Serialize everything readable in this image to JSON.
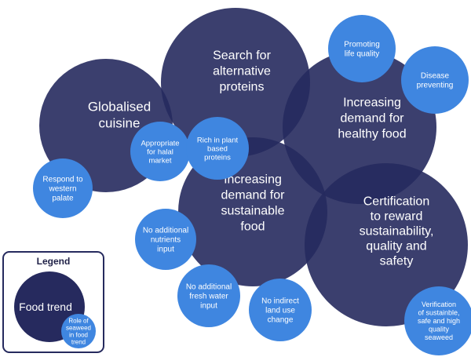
{
  "colors": {
    "trend": "#262a5e",
    "role": "#3f86e0",
    "legend_border": "#262a5e",
    "text": "#ffffff"
  },
  "trends": [
    {
      "id": "globalised-cuisine",
      "lines": [
        "Globalised",
        "cuisine"
      ]
    },
    {
      "id": "alternative-proteins",
      "lines": [
        "Search for",
        "alternative",
        "proteins"
      ]
    },
    {
      "id": "healthy-food",
      "lines": [
        "Increasing",
        "demand for",
        "healthy food"
      ]
    },
    {
      "id": "sustainable-food",
      "lines": [
        "Increasing",
        "demand for",
        "sustainable",
        "food"
      ]
    },
    {
      "id": "certification",
      "lines": [
        "Certification",
        "to reward",
        "sustainability,",
        "quality and",
        "safety"
      ]
    }
  ],
  "roles": [
    {
      "id": "promoting-life-quality",
      "lines": [
        "Promoting",
        "life quality"
      ]
    },
    {
      "id": "disease-preventing",
      "lines": [
        "Disease",
        "preventing"
      ]
    },
    {
      "id": "appropriate-halal",
      "lines": [
        "Appropriate",
        "for halal",
        "market"
      ]
    },
    {
      "id": "rich-plant-proteins",
      "lines": [
        "Rich in plant",
        "based",
        "proteins"
      ]
    },
    {
      "id": "respond-western-palate",
      "lines": [
        "Respond to",
        "western",
        "palate"
      ]
    },
    {
      "id": "no-additional-nutrients",
      "lines": [
        "No additional",
        "nutrients",
        "input"
      ]
    },
    {
      "id": "no-additional-fresh-water",
      "lines": [
        "No additional",
        "fresh water",
        "input"
      ]
    },
    {
      "id": "no-indirect-land-use",
      "lines": [
        "No indirect",
        "land use",
        "change"
      ]
    },
    {
      "id": "verification-seaweed",
      "lines": [
        "Verification",
        "of sustainble,",
        "safe and high",
        "quality",
        "seaweed"
      ]
    }
  ],
  "legend": {
    "title": "Legend",
    "trend_label": "Food trend",
    "role_lines": [
      "Role of",
      "seaweed",
      "in food",
      "trend"
    ]
  }
}
